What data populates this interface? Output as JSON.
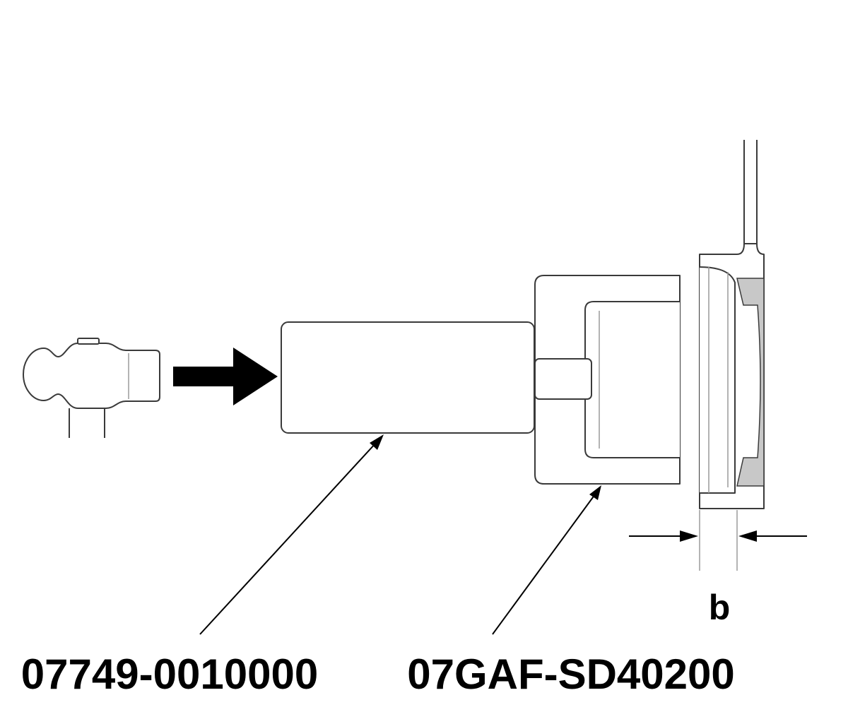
{
  "labels": {
    "driver_tool": "07749-0010000",
    "attachment_tool": "07GAF-SD40200",
    "dimension": "b"
  },
  "icons": [
    "hammer-icon",
    "direction-arrow-icon"
  ],
  "colors": {
    "ink": "#000000",
    "outline": "#3a3a3a",
    "seal_fill": "#c8c8c8"
  }
}
